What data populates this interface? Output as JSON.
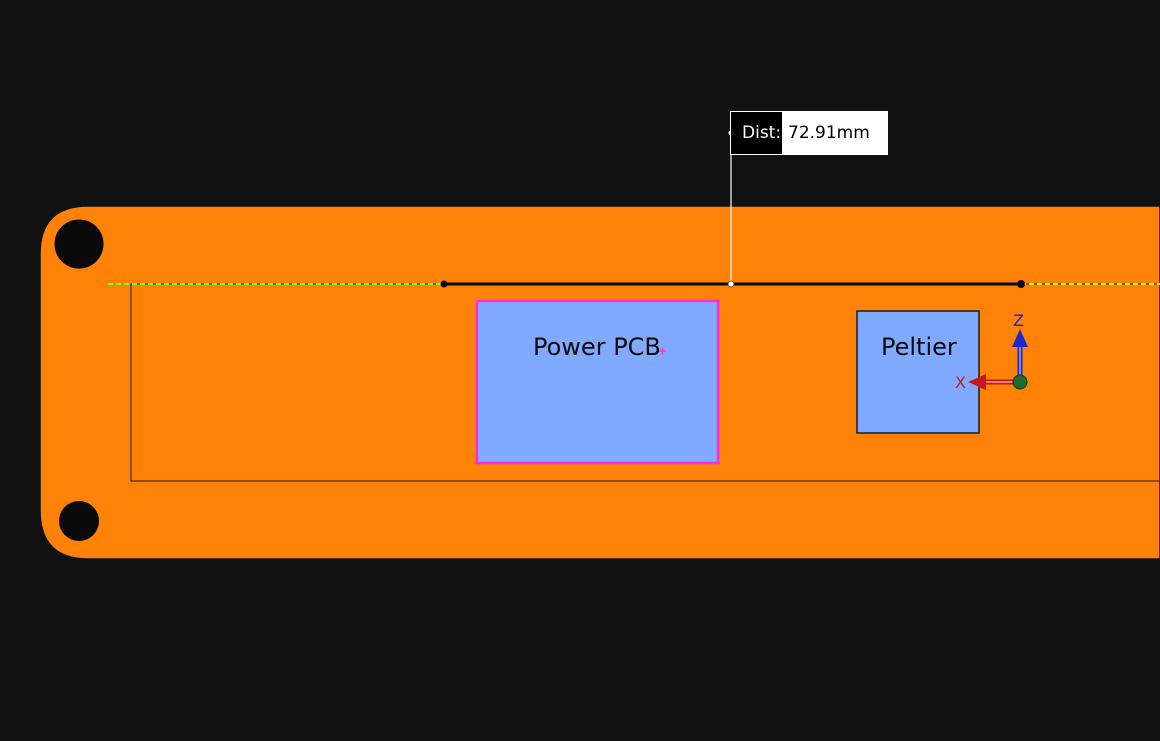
{
  "measurement": {
    "label": "Dist:",
    "value": "72.91mm"
  },
  "components": {
    "power_pcb": {
      "label": "Power PCB"
    },
    "peltier": {
      "label": "Peltier"
    }
  },
  "triad": {
    "x_label": "X",
    "z_label": "Z"
  },
  "colors": {
    "background": "#111111",
    "plate": "#ff8208",
    "component_fill": "#80aaff",
    "selection_highlight": "#ff2bd6",
    "reference_line": "#7cff1a",
    "axis_x": "#c8181c",
    "axis_z": "#1c28c8",
    "origin": "#1d6b2a"
  }
}
